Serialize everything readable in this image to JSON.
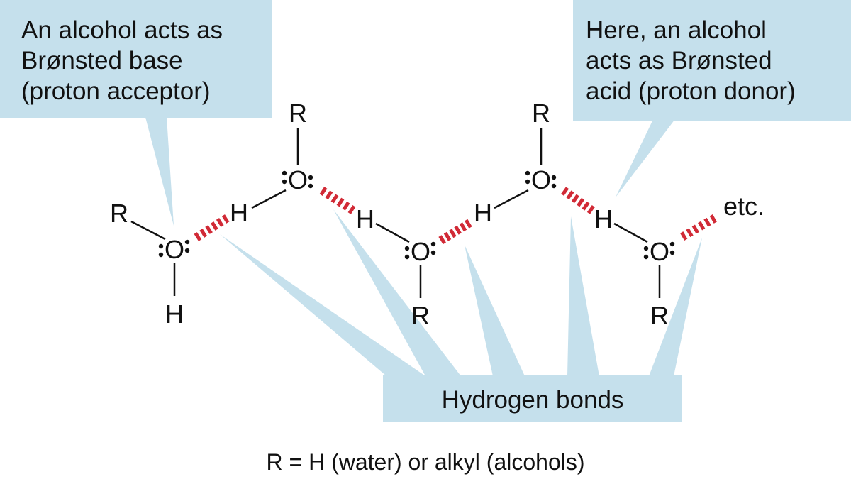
{
  "callouts": {
    "base": {
      "lines": [
        "An alcohol acts as",
        "Brønsted base",
        "(proton acceptor)"
      ]
    },
    "acid": {
      "lines": [
        "Here, an alcohol",
        "acts as Brønsted",
        "acid (proton donor)"
      ]
    },
    "hbonds": {
      "label": "Hydrogen bonds"
    }
  },
  "atoms": {
    "r": "R",
    "h": "H",
    "o": "O"
  },
  "etc_label": "etc.",
  "caption": "R = H (water) or alkyl (alcohols)",
  "colors": {
    "callout_fill": "#c5e0ec",
    "hbond": "#d12a36",
    "ink": "#111111"
  }
}
